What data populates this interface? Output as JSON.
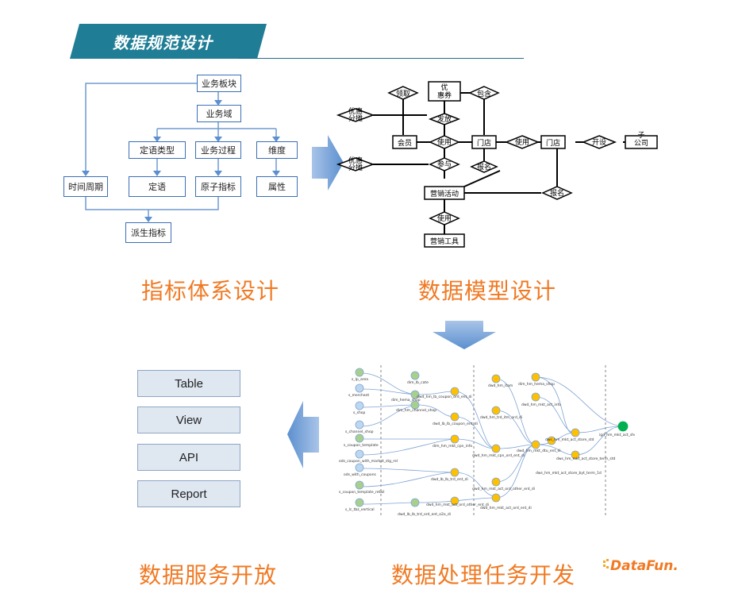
{
  "header": {
    "title": "数据规范设计",
    "banner_color": "#1f7d95"
  },
  "metric_tree": {
    "caption": "指标体系设计",
    "nodes": {
      "business_block": "业务板块",
      "business_domain": "业务域",
      "qualifier_type": "定语类型",
      "business_process": "业务过程",
      "dimension": "维度",
      "time_period": "时间周期",
      "qualifier": "定语",
      "atomic_metric": "原子指标",
      "attribute": "属性",
      "derived_metric": "派生指标"
    }
  },
  "er_model": {
    "caption": "数据模型设计",
    "entity_labels": [
      "优惠券",
      "会员",
      "门店",
      "门店",
      "子公司",
      "营销活动",
      "营销工具"
    ],
    "relation_labels": [
      "领取",
      "包含",
      "使用",
      "优惠分摊",
      "发放",
      "使用",
      "开设",
      "优惠分摊",
      "参与",
      "报名",
      "报名",
      "使用"
    ]
  },
  "task_dag": {
    "caption": "数据处理任务开发",
    "source_labels": [
      "s_lp_area",
      "s_merchant",
      "s_shop",
      "s_channel_shop",
      "s_coupon_template",
      "ods_coupon_with_market_stg_rel",
      "ods_with_coupons",
      "s_coupon_template_retail",
      "s_lc_tbz_vertical"
    ],
    "task_labels": [
      "dim_lb_cate",
      "dim_hema_shop",
      "dim_hm_channel_shop",
      "dwd_hm_lb_coupon_ord_ent_di",
      "dwd_lb_lb_coupon_ent_di",
      "dim_hm_mkt_cpn_info",
      "dwd_lb_lb_trd_ent_di",
      "dwd_hm_mkt_act_ord_other_ent_di",
      "dwd_lb_lb_trd_ord_ent_o2o_di",
      "dwd_hm_itam",
      "dwd_hm_trd_itm_ord_di",
      "dwd_hm_mkt_cpn_ord_ent_di",
      "dwd_hm_mkt_act_ord_other_ent_di",
      "dwd_hm_mkt_act_ord_ent_di",
      "dim_hm_hema_shop",
      "dwd_hm_mkt_act_info",
      "dwd_hm_mkt_dtu_ent_di",
      "dws_hm_mkt_act_store_std",
      "dws_hm_mkt_act_store_term_std",
      "dws_hm_mkt_act_store_byt_term_1d",
      "igd_hm_mkt_act_shop_td"
    ]
  },
  "services": {
    "caption": "数据服务开放",
    "items": [
      "Table",
      "View",
      "API",
      "Report"
    ]
  },
  "logo": {
    "text": "DataFun."
  },
  "colors": {
    "accent": "#f07a24",
    "box_border": "#3b6fb5",
    "arrow": "#6f9bd1",
    "node_green": "#a8d08d",
    "node_yellow": "#ffc000",
    "node_blue": "#bdd7ee",
    "sink": "#00b050"
  }
}
